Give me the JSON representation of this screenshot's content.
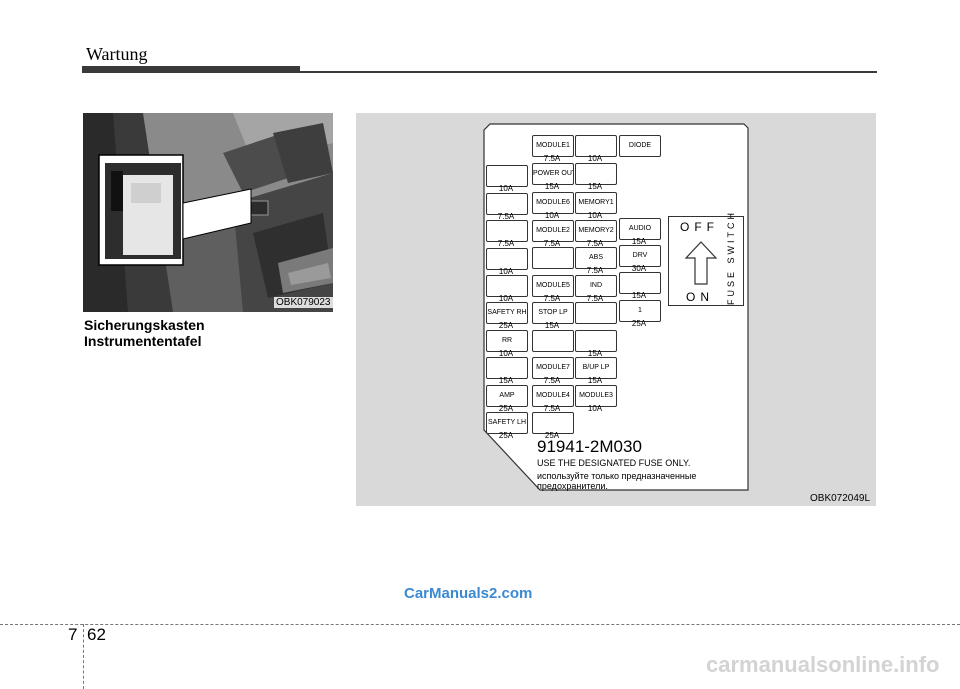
{
  "header": {
    "title": "Wartung"
  },
  "photo": {
    "code": "OBK079023"
  },
  "caption": {
    "line1": "Sicherungskasten",
    "line2": "Instrumententafel"
  },
  "fuse_panel": {
    "col1": [
      {
        "amp": "10A"
      },
      {
        "amp": "7.5A"
      },
      {
        "amp": "7.5A"
      },
      {
        "amp": "10A"
      },
      {
        "amp": "10A"
      },
      {
        "label": "SAFETY RH",
        "amp": "25A"
      },
      {
        "label": "RR",
        "amp": "10A"
      },
      {
        "amp": "15A"
      },
      {
        "label": "AMP",
        "amp": "25A"
      },
      {
        "label": "SAFETY LH",
        "amp": "25A"
      }
    ],
    "col2": [
      {
        "label": "MODULE1",
        "amp": "7.5A"
      },
      {
        "label": "POWER OUTLET",
        "amp": "15A"
      },
      {
        "label": "MODULE6",
        "amp": "10A"
      },
      {
        "label": "MODULE2",
        "amp": "7.5A"
      },
      {
        "label": "",
        "amp": ""
      },
      {
        "label": "MODULE5",
        "amp": "7.5A"
      },
      {
        "label": "STOP LP",
        "amp": "15A"
      },
      {
        "label": "",
        "amp": ""
      },
      {
        "label": "MODULE7",
        "amp": "7.5A"
      },
      {
        "label": "MODULE4",
        "amp": "7.5A"
      },
      {
        "label": "",
        "amp": "25A"
      }
    ],
    "col3": [
      {
        "label": "",
        "amp": "10A"
      },
      {
        "label": "",
        "amp": "15A"
      },
      {
        "label": "MEMORY1",
        "amp": "10A"
      },
      {
        "label": "MEMORY2",
        "amp": "7.5A"
      },
      {
        "label": "ABS",
        "amp": "7.5A"
      },
      {
        "label": "IND",
        "amp": "7.5A"
      },
      {
        "label": "",
        "amp": ""
      },
      {
        "label": "",
        "amp": "15A"
      },
      {
        "label": "B/UP LP",
        "amp": "15A"
      },
      {
        "label": "MODULE3",
        "amp": "10A"
      }
    ],
    "col4": [
      {
        "label": "DIODE",
        "amp": ""
      },
      {
        "label": "AUDIO",
        "amp": "15A"
      },
      {
        "label": "DRV",
        "amp": "30A"
      },
      {
        "label": "",
        "amp": "15A"
      },
      {
        "label": "1",
        "amp": "25A"
      }
    ],
    "switch": {
      "off": "OFF",
      "on": "ON",
      "vertical": "FUSE SWITCH"
    },
    "part_number": "91941-2M030",
    "note_en": "USE THE DESIGNATED FUSE ONLY.",
    "note_ru": "используйте только предназначенные предохранители.",
    "code": "OBK072049L"
  },
  "watermark": "CarManuals2.com",
  "footer": {
    "chapter": "7",
    "page": "62",
    "site": "carmanualsonline.info"
  }
}
